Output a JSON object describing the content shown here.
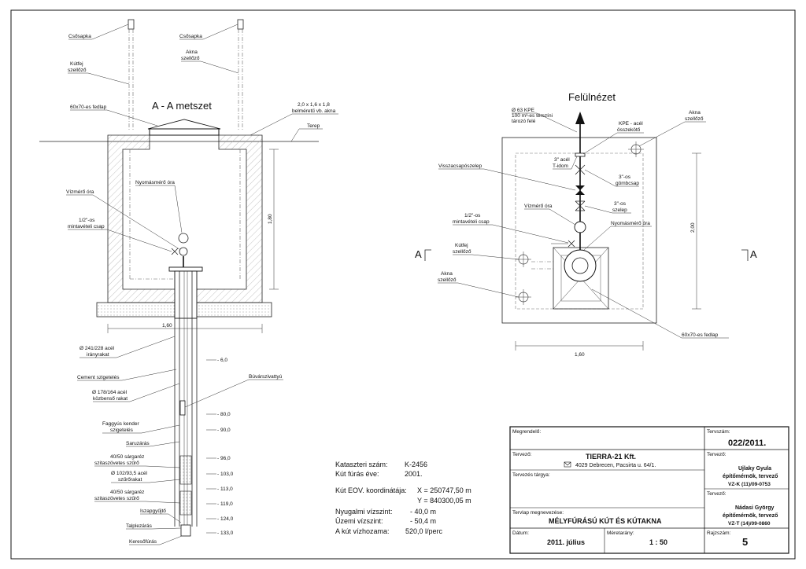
{
  "section": {
    "title": "A - A metszet",
    "labels": {
      "cap1": "Csősapka",
      "cap2": "Csősapka",
      "well_vent": "Kútfej szellőző",
      "shaft_vent": "Akna szellőző",
      "lid": "60x70-es fedlap",
      "shaft_size": "2,0 x 1,6 x 1,8 belméretű vb. akna",
      "ground": "Terep",
      "pressure_gauge": "Nyomásmérő óra",
      "water_meter": "Vízmérő óra",
      "sample_tap": "1/2\"-os mintavételi csap",
      "casing": "Ø 241/228 acél irányrakat",
      "cement": "Cement szigetelés",
      "mid_casing": "Ø 178/164 acél közbenső rakat",
      "pump": "Búvárszivattyú",
      "hemp": "Faggyús kender szigetelés",
      "shoe": "Saruzárás",
      "gravel1": "40/50 sárgaréz szitaszövetes szűrő",
      "filter_casing": "Ø 102/93,5 acél szűrőrakat",
      "gravel2": "40/50 sárgaréz szitaszövetes szűrő",
      "sump": "Iszapgyűjtő",
      "base": "Talplezárás",
      "borehole": "Keresőfúrás"
    },
    "dims": {
      "width": "1,60",
      "height": "1,80"
    },
    "depths": [
      "- 6,0",
      "- 80,0",
      "- 90,0",
      "- 96,0",
      "- 103,0",
      "- 113,0",
      "- 119,0",
      "- 124,0",
      "- 133,0"
    ]
  },
  "plan": {
    "title": "Felülnézet",
    "labels": {
      "kpe": "Ø 63 KPE 100 m³-es térszíni tározó felé",
      "kpe_fitting": "KPE - acél összekötő",
      "shaft_vent": "Akna szellőző",
      "tee": "3\" acél T-idom",
      "ball_valve": "3\"-os gömbcsap",
      "check_valve": "Visszacsapószelep",
      "water_meter": "Vízmérő óra",
      "gate_valve": "3\"-os szelep",
      "sample_tap": "1/2\"-os mintavételi csap",
      "pressure_gauge": "Nyomásmérő óra",
      "well_vent": "Kútfej szellőző",
      "shaft_vent2": "Akna szellőző",
      "lid": "60x70-es fedlap",
      "cut_a": "A"
    },
    "dims": {
      "width": "1,60",
      "height": "2,00"
    }
  },
  "info": {
    "rows": [
      {
        "label": "Kataszteri szám:",
        "value": "K-2456"
      },
      {
        "label": "Kút fúrás éve:",
        "value": "2001."
      },
      {
        "label": "Kút EOV. koordinátája:",
        "value": "X = 250747,50 m"
      },
      {
        "label": "",
        "value": "Y = 840300,05 m"
      },
      {
        "label": "Nyugalmi vízszint:",
        "value": "- 40,0 m"
      },
      {
        "label": "Üzemi vízszint:",
        "value": "- 50,4 m"
      },
      {
        "label": "A kút vízhozama:",
        "value": "520,0 l/perc"
      }
    ]
  },
  "title_block": {
    "client_label": "Megrendelő:",
    "plan_no_label": "Tervszám:",
    "plan_no": "022/2011.",
    "designer_label": "Tervező:",
    "company": "TIERRA-21 Kft.",
    "address": "4029 Debrecen, Pacsirta u. 64/1.",
    "designer2_label": "Tervező:",
    "designer_name": "Ujlaky Gyula",
    "designer_title": "építőmérnök, tervező",
    "designer_reg": "VZ-K (11)/09-0753",
    "subject_label": "Tervezés tárgya:",
    "designer3_label": "Tervező:",
    "designer2_name": "Nádasi György",
    "designer2_title": "építőmérnök, tervező",
    "designer2_reg": "VZ-T (14)/09-0860",
    "sheet_name_label": "Tervlap megnevezése:",
    "sheet_name": "MÉLYFÚRÁSÚ KÚT ÉS KÚTAKNA",
    "date_label": "Dátum:",
    "date": "2011. július",
    "scale_label": "Méretarány:",
    "scale": "1 : 50",
    "drawing_label": "Rajzszám:",
    "drawing_no": "5"
  }
}
